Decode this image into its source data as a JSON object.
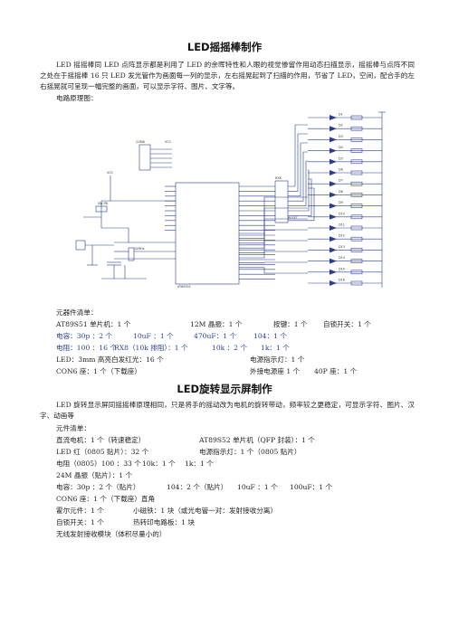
{
  "section1": {
    "title": "LED摇摇棒制作",
    "intro": "LED 摇摇棒同 LED 点阵显示都是利用了 LED 的余晖特性和人眼的视觉惨留作用动态扫描显示，摇摇棒与点阵不同之处在于摇摇棒 16 只 LED 发光管作为画面每一列的显示，左右摇晃起到了扫描的作用，节省了 LED，空间，配合手的左右摇晃就可呈现一幅完整的画面，可以显示字符、图片、文字等。",
    "circuit_label": "电路原理图：",
    "components_title": "元器件清单：",
    "rows": [
      [
        "AT89S51 单片机：1 个",
        "12M 晶振：1 个",
        "按键：1 个",
        "自锁开关：1 个"
      ],
      [
        "电容：30p ：2 个",
        "10uF ：1 个",
        "470uF：1 个",
        "104：1 个"
      ],
      [
        "电阻：100 ：16 个",
        "RX8（10k 排阻）：1 个",
        "10k ：2 个",
        "1k：1 个"
      ],
      [
        "LED：3mm 高亮白发红光：16 个",
        "电源指示灯：1 个"
      ],
      [
        "CON6 座：1 个（下载座）",
        "外接电源座 1 个",
        "40P 座：1 个"
      ]
    ]
  },
  "schematic": {
    "chip_label": "AT89S51",
    "vcc_label": "VCC",
    "connector_label": "CON6",
    "rx_label": "RX8",
    "crystal_label": "12MHz",
    "switch_label": "SW-PB",
    "port_label": "RESET",
    "led_labels": [
      "D1",
      "D2",
      "D3",
      "D4",
      "D5",
      "D6",
      "D7",
      "D8",
      "D9",
      "D10",
      "D11",
      "D12",
      "D13",
      "D14",
      "D15",
      "D16"
    ]
  },
  "section2": {
    "title": "LED旋转显示屏制作",
    "intro": "LED 旋转显示屏同摇摇棒原理相同，只是将手的摇动改为电机的旋转带动，频率较之更稳定，可显示字符、图片、汉字、动画等",
    "components_title": "元件清单：",
    "lines": [
      [
        "直流电机：1 个（转速稳定）",
        "AT89S52 单片机（QFP 封装）：1 个"
      ],
      [
        "LED 红（0805 贴片）：32 个",
        "电源指示灯：1 个（0805 贴片）"
      ],
      [
        "电阻（0805）100 ：33 个",
        "10k：1 个",
        "1k：1 个"
      ],
      [
        "24M 晶振（贴片）：1 个"
      ],
      [
        "电容：30p ：2 个（贴片）",
        "104：2 个（贴片）",
        "10uF ：1 个",
        "100uF：1 个"
      ],
      [
        "CON6 座：1 个（下载座）直角"
      ],
      [
        "霍尔元件：1 个",
        "小磁铁：1 块（或光电管一对：发射接收分离）"
      ],
      [
        "自锁开关：1 个",
        "热转印电路板：1 块"
      ],
      [
        "无线发射接收模块（体积尽量小的）"
      ]
    ]
  }
}
